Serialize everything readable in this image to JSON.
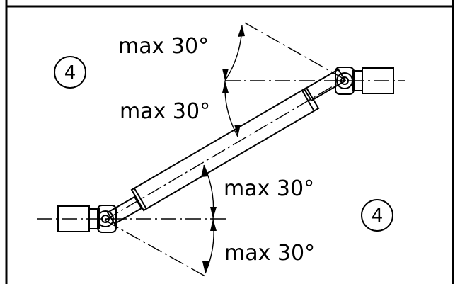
{
  "labels": {
    "upper_outer": "max 30°",
    "upper_inner": "max 30°",
    "lower_inner": "max 30°",
    "lower_outer": "max 30°"
  },
  "markers": {
    "top_left": "4",
    "bottom_right": "4"
  }
}
